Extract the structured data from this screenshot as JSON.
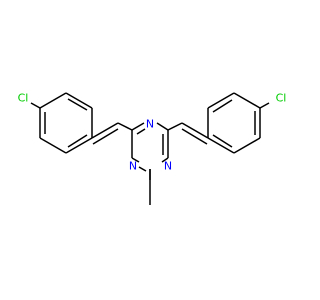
{
  "molecule": {
    "atoms": {
      "cl_left": {
        "text": "Cl",
        "color": "#00cc00"
      },
      "cl_right": {
        "text": "Cl",
        "color": "#00cc00"
      },
      "n_top": {
        "text": "N",
        "color": "#0000ff"
      },
      "n_bottom_left": {
        "text": "N",
        "color": "#0000ff"
      },
      "n_bottom_right": {
        "text": "N",
        "color": "#0000ff"
      }
    },
    "colors": {
      "carbon_bond": "#000000",
      "nitrogen": "#0000ff",
      "chlorine": "#00cc00",
      "background": "#ffffff"
    }
  }
}
